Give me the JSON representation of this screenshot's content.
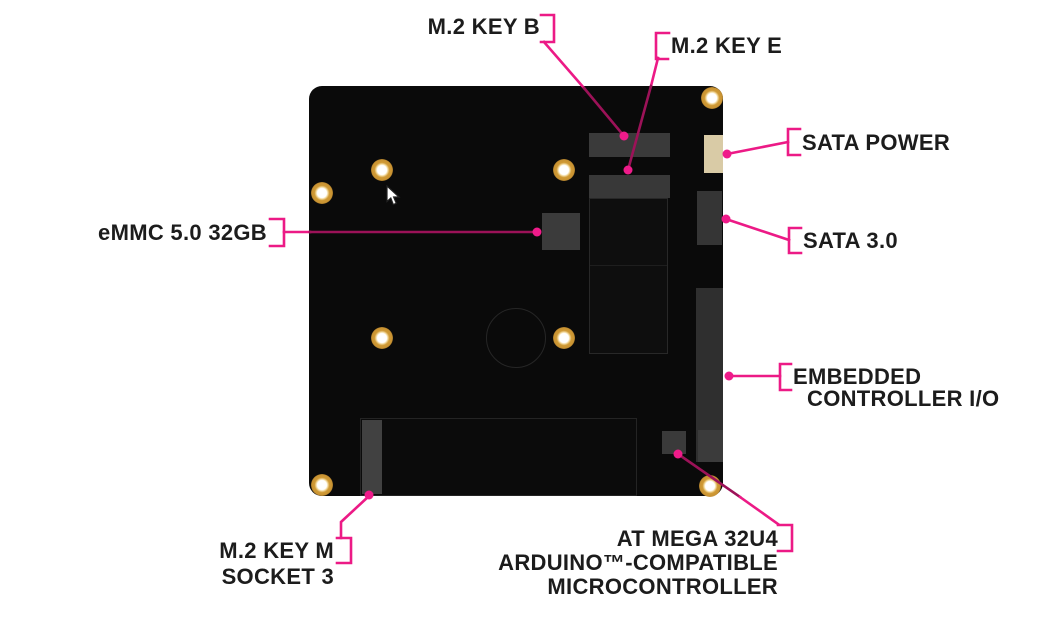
{
  "colors": {
    "background": "#ffffff",
    "accent_pink": "#ec1a86",
    "accent_pink_on_board": "#9c1258",
    "label_text": "#1c1c1c",
    "board_black": "#0a0a0a",
    "hole_gold": "#cc9633",
    "connector_gray": "#3a3a3a",
    "sata_power_tan": "#d9cba6"
  },
  "callouts": {
    "m2_key_b": {
      "label": "M.2 KEY B"
    },
    "m2_key_e": {
      "label": "M.2 KEY E"
    },
    "sata_power": {
      "label": "SATA POWER"
    },
    "sata_3_0": {
      "label": "SATA 3.0"
    },
    "embedded_controller_io": {
      "line1": "EMBEDDED",
      "line2": "CONTROLLER I/O"
    },
    "emmc": {
      "label": "eMMC 5.0 32GB"
    },
    "m2_key_m": {
      "line1": "M.2 KEY M",
      "line2": "SOCKET 3"
    },
    "atmega": {
      "line1": "AT MEGA 32U4",
      "line2": "ARDUINO™-COMPATIBLE",
      "line3": "MICROCONTROLLER"
    }
  },
  "board_components": [
    "m2-key-b-connector",
    "m2-key-e-connector",
    "m2-slot",
    "emmc-chip",
    "sata-power-connector",
    "sata-3-0-connector",
    "embedded-controller-io-connector",
    "atmega-32u4-chip",
    "m2-key-m-socket",
    "mounting-holes",
    "round-pad-outline"
  ],
  "icons": {
    "cursor": "arrow-pointer"
  }
}
